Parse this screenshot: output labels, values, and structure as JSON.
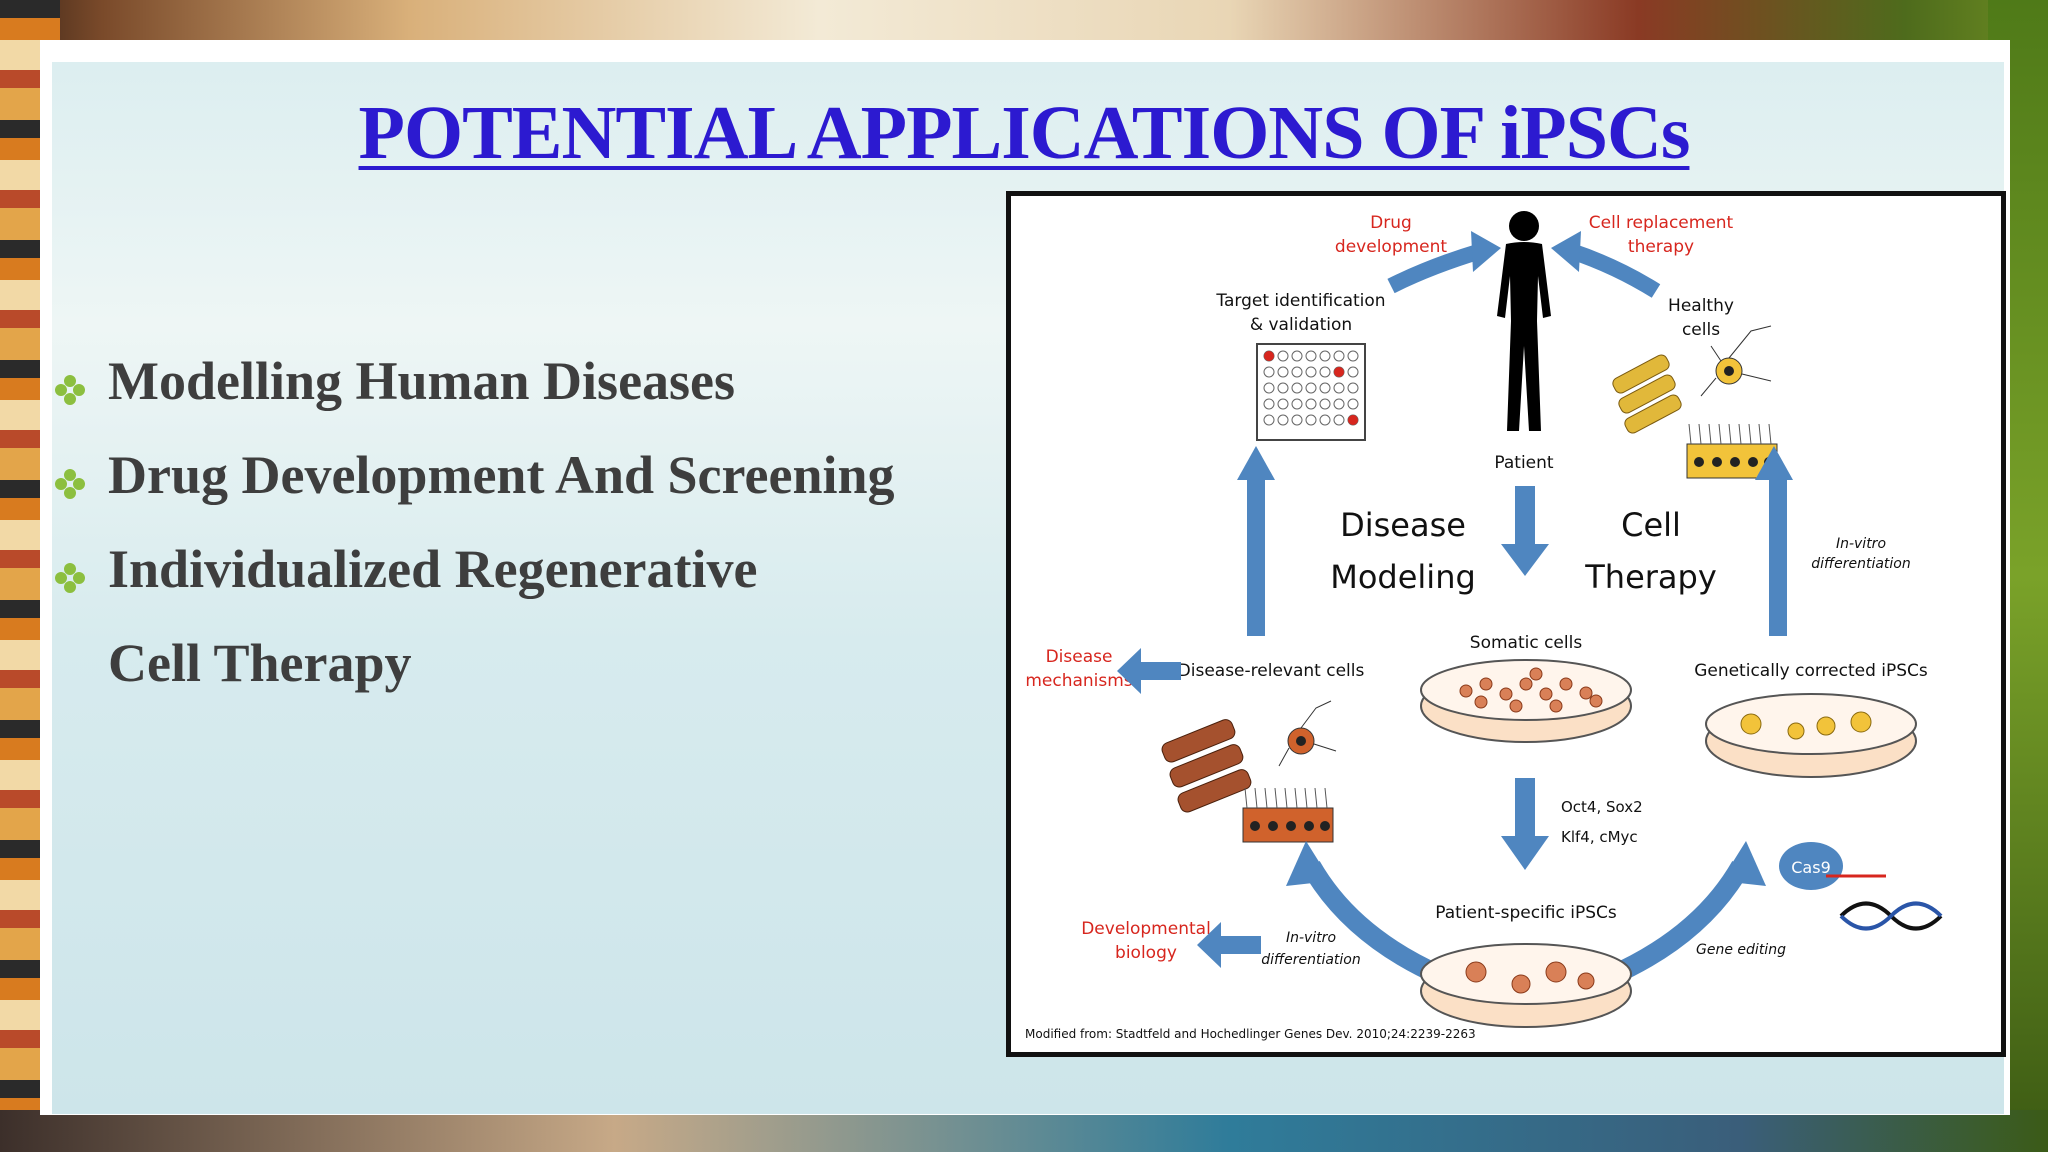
{
  "slide": {
    "title": "POTENTIAL APPLICATIONS OF iPSCs",
    "bullets": [
      "Modelling Human Diseases",
      "Drug Development And Screening",
      "Individualized Regenerative",
      "Cell  Therapy"
    ]
  },
  "diagram": {
    "labels": {
      "drug_development": [
        "Drug",
        "development"
      ],
      "cell_replacement": [
        "Cell replacement",
        "therapy"
      ],
      "target_identification": [
        "Target identification",
        "& validation"
      ],
      "healthy_cells": [
        "Healthy",
        "cells"
      ],
      "patient": "Patient",
      "disease_modeling": [
        "Disease",
        "Modeling"
      ],
      "cell_therapy": [
        "Cell",
        "Therapy"
      ],
      "in_vitro_diff_right": [
        "In-vitro",
        "differentiation"
      ],
      "somatic_cells": "Somatic cells",
      "disease_mechanisms": [
        "Disease",
        "mechanisms"
      ],
      "disease_relevant_cells": "Disease-relevant cells",
      "genetically_corrected": "Genetically corrected iPSCs",
      "factors": [
        "Oct4, Sox2",
        "Klf4, cMyc"
      ],
      "cas9": "Cas9",
      "developmental_biology": [
        "Developmental",
        "biology"
      ],
      "in_vitro_diff_left": [
        "In-vitro",
        "differentiation"
      ],
      "patient_specific": "Patient-specific iPSCs",
      "gene_editing": "Gene editing",
      "citation": "Modified from: Stadtfeld and Hochedlinger Genes Dev. 2010;24:2239-2263"
    },
    "colors": {
      "arrow": "#4f86c0",
      "red_label": "#d7261e",
      "dish_fill": "#fbe0c6",
      "cell_fill": "#d98057"
    }
  }
}
